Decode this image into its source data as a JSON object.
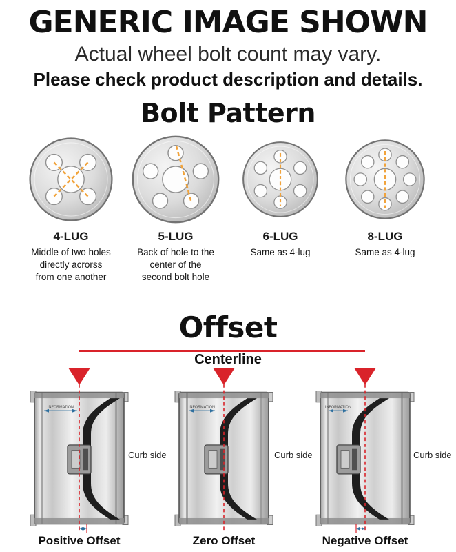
{
  "header": {
    "title": "GENERIC IMAGE SHOWN",
    "subtitle": "Actual wheel bolt count may vary.",
    "note": "Please check product description and details."
  },
  "bolt_pattern": {
    "heading": "Bolt Pattern",
    "items": [
      {
        "name": "4-LUG",
        "description": "Middle of two holes directly acrorss from one another"
      },
      {
        "name": "5-LUG",
        "description": "Back of hole to the center of the second bolt hole"
      },
      {
        "name": "6-LUG",
        "description": "Same as 4-lug"
      },
      {
        "name": "8-LUG",
        "description": "Same as 4-lug"
      }
    ]
  },
  "offset": {
    "heading": "Offset",
    "centerline_label": "Centerline",
    "curb_side_label": "Curb side",
    "wheel_small_text": "INFORMATION",
    "labels": {
      "positive": "Positive Offset",
      "zero": "Zero Offset",
      "negative": "Negative Offset"
    }
  },
  "colors": {
    "accent_red": "#d9232a",
    "dash_orange": "#f1a33b",
    "arrow_blue": "#2e6f9e",
    "text": "#1a1a1a"
  }
}
